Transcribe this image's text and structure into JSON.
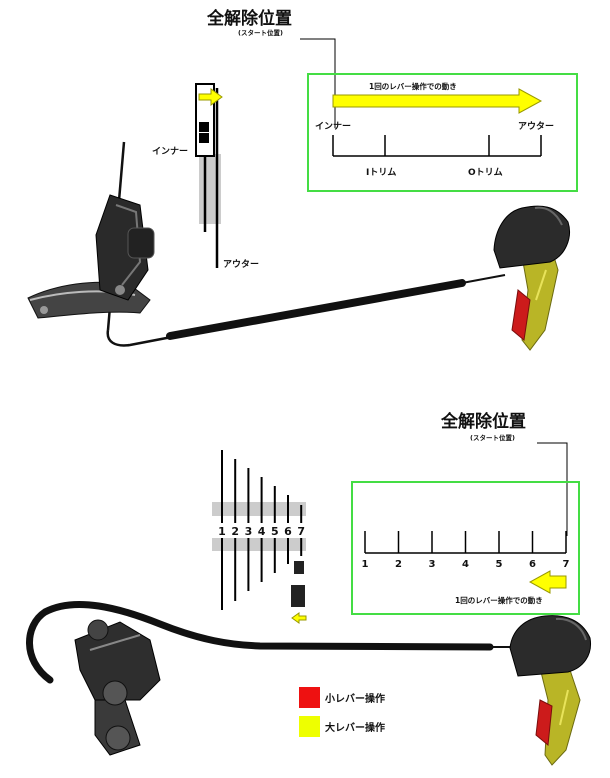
{
  "front": {
    "release_title": "全解除位置",
    "release_sub": "(スタート位置)",
    "inner_label": "インナー",
    "outer_label": "アウター",
    "box": {
      "motion_label": "1回のレバー操作での動き",
      "inner": "インナー",
      "outer": "アウター",
      "trim_i": "Iトリム",
      "trim_o": "Oトリム"
    }
  },
  "rear": {
    "release_title": "全解除位置",
    "release_sub": "(スタート位置)",
    "cog_numbers": [
      "1",
      "2",
      "3",
      "4",
      "5",
      "6",
      "7"
    ],
    "scale_numbers": [
      "1",
      "2",
      "3",
      "4",
      "5",
      "6",
      "7"
    ],
    "motion_label": "1回のレバー操作での動き"
  },
  "legend": [
    {
      "label": "小レバー操作",
      "color": "#ee1111"
    },
    {
      "label": "大レバー操作",
      "color": "#eeff00"
    }
  ],
  "colors": {
    "frame": "#44dd44",
    "arrow_fill": "#ffff00",
    "arrow_stroke": "#999900",
    "lever_body": "#2b2b2b",
    "lever_gold": "#b9b526",
    "lever_red": "#cc1b1b",
    "gray_band": "#cccccc"
  }
}
